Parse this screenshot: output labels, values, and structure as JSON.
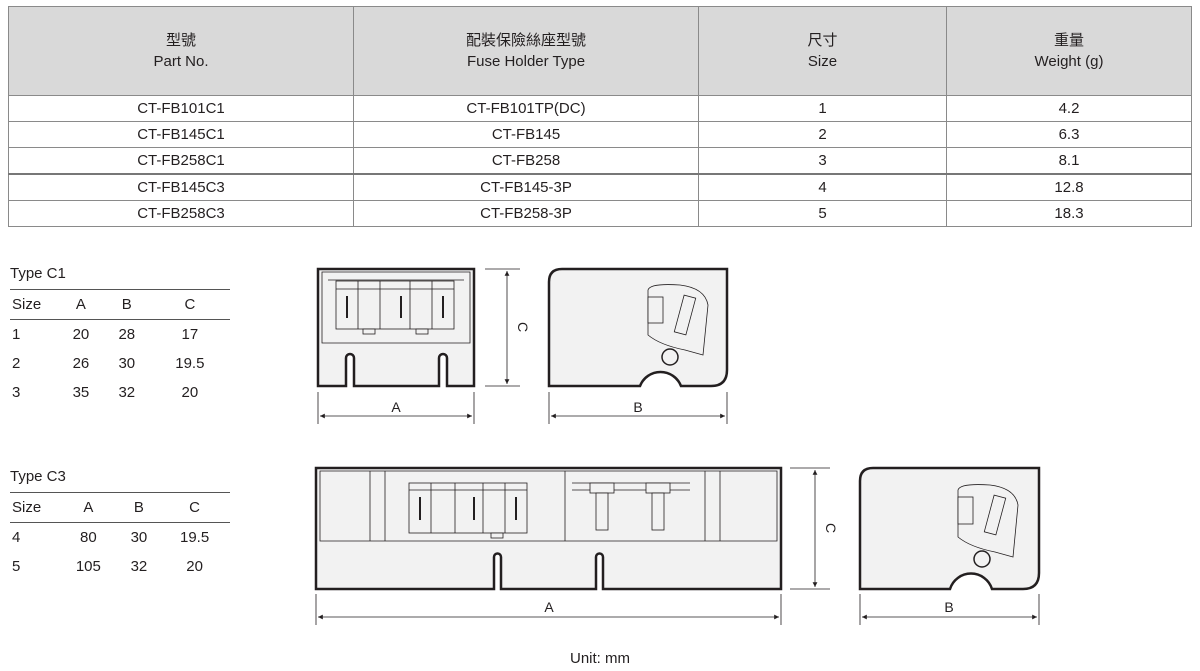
{
  "main_table": {
    "headers": [
      {
        "zh": "型號",
        "en": "Part No."
      },
      {
        "zh": "配裝保險絲座型號",
        "en": "Fuse Holder Type"
      },
      {
        "zh": "尺寸",
        "en": "Size"
      },
      {
        "zh": "重量",
        "en": "Weight (g)"
      }
    ],
    "rows": [
      [
        "CT-FB101C1",
        "CT-FB101TP(DC)",
        "1",
        "4.2"
      ],
      [
        "CT-FB145C1",
        "CT-FB145",
        "2",
        "6.3"
      ],
      [
        "CT-FB258C1",
        "CT-FB258",
        "3",
        "8.1"
      ],
      [
        "CT-FB145C3",
        "CT-FB145-3P",
        "4",
        "12.8"
      ],
      [
        "CT-FB258C3",
        "CT-FB258-3P",
        "5",
        "18.3"
      ]
    ]
  },
  "type_c1": {
    "title": "Type C1",
    "headers": [
      "Size",
      "A",
      "B",
      "C"
    ],
    "rows": [
      [
        "1",
        "20",
        "28",
        "17"
      ],
      [
        "2",
        "26",
        "30",
        "19.5"
      ],
      [
        "3",
        "35",
        "32",
        "20"
      ]
    ]
  },
  "type_c3": {
    "title": "Type C3",
    "headers": [
      "Size",
      "A",
      "B",
      "C"
    ],
    "rows": [
      [
        "4",
        "80",
        "30",
        "19.5"
      ],
      [
        "5",
        "105",
        "32",
        "20"
      ]
    ]
  },
  "dims": {
    "a": "A",
    "b": "B",
    "c": "C"
  },
  "unit": "Unit: mm"
}
